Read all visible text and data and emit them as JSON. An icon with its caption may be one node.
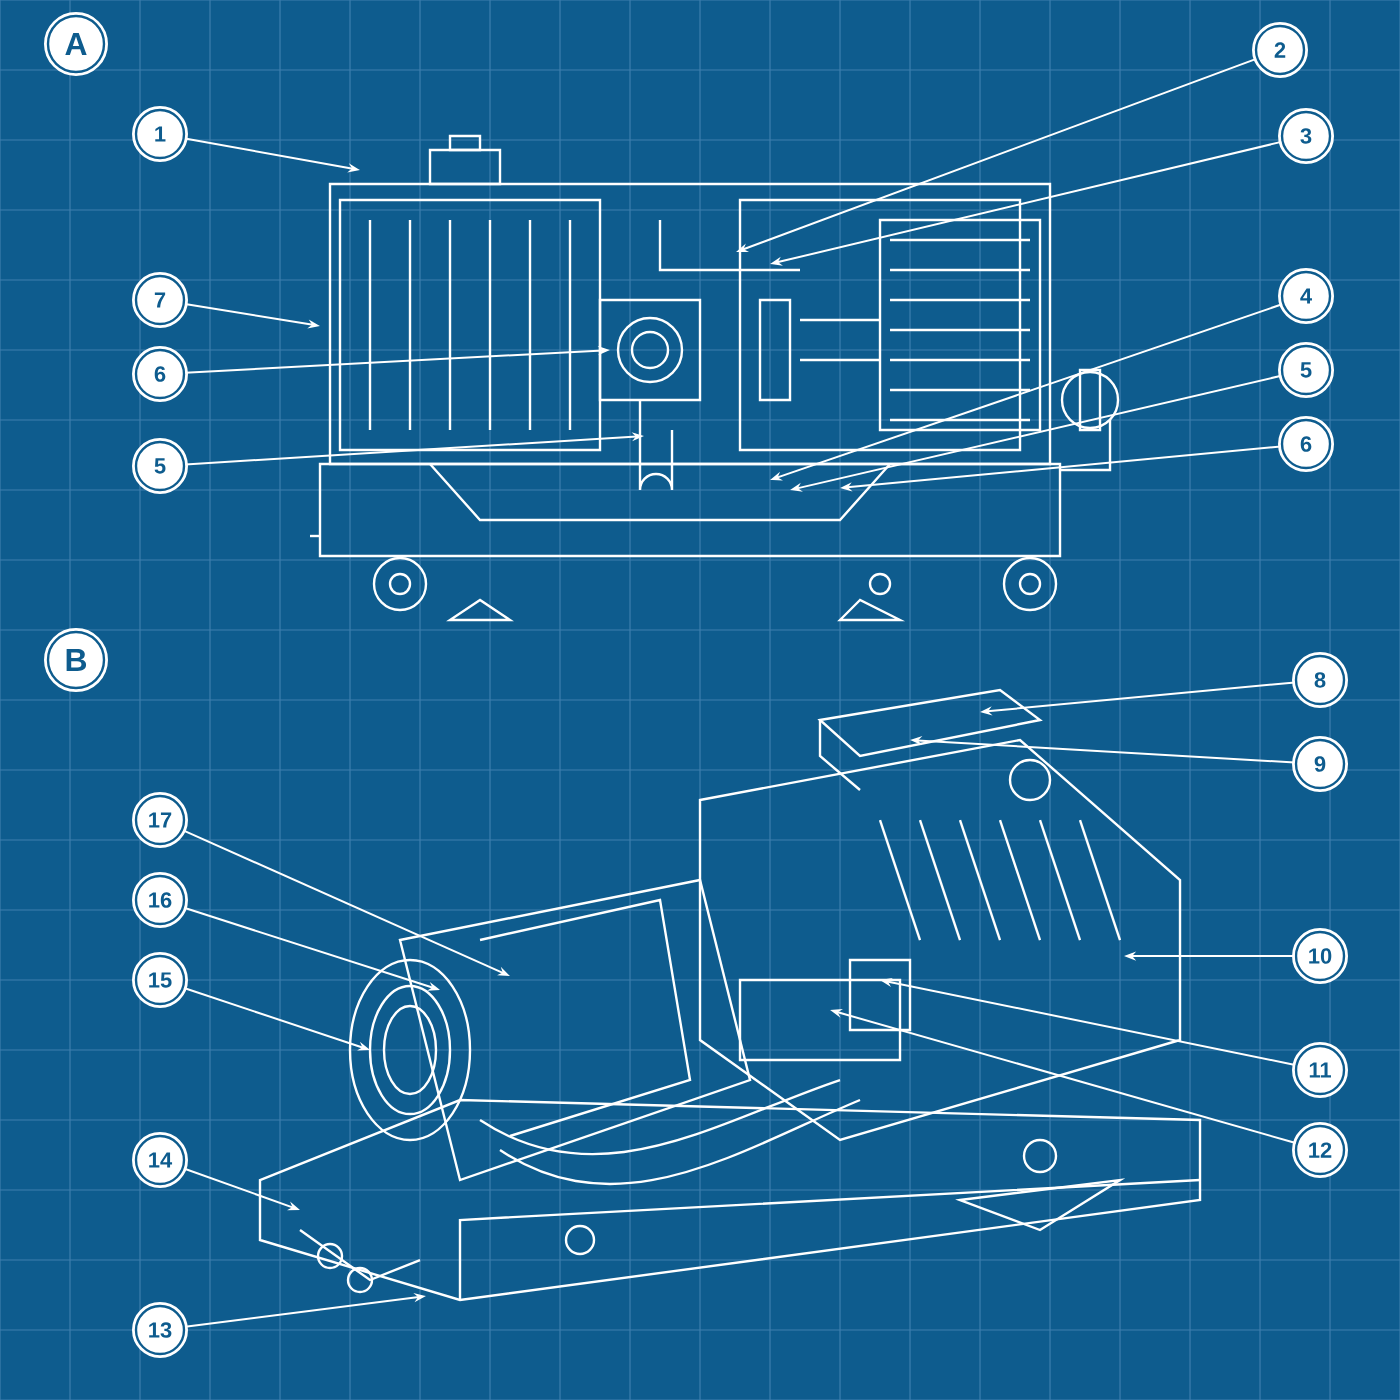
{
  "diagram": {
    "nodes": [
      {
        "text": [
          "A"
        ]
      },
      {
        "text": [
          "1"
        ]
      },
      {
        "text": [
          "2"
        ]
      },
      {
        "text": [
          "3"
        ]
      },
      {
        "text": [
          "7"
        ]
      },
      {
        "text": [
          "4"
        ]
      },
      {
        "text": [
          "6"
        ]
      },
      {
        "text": [
          "5"
        ]
      },
      {
        "text": [
          "5"
        ]
      },
      {
        "text": [
          "6"
        ]
      },
      {
        "text": [
          "B"
        ]
      },
      {
        "text": [
          "8"
        ]
      },
      {
        "text": [
          "9"
        ]
      },
      {
        "text": [
          "17"
        ]
      },
      {
        "text": [
          "16"
        ]
      },
      {
        "text": [
          "15"
        ]
      },
      {
        "text": [
          "10"
        ]
      },
      {
        "text": [
          "11"
        ]
      },
      {
        "text": [
          "12"
        ]
      },
      {
        "text": [
          "14"
        ]
      },
      {
        "text": [
          "13"
        ]
      }
    ],
    "edges": [
      {
        "from": 1,
        "to": null,
        "arrow": "to"
      },
      {
        "from": 2,
        "to": null,
        "arrow": "to"
      },
      {
        "from": 3,
        "to": null,
        "arrow": "to"
      },
      {
        "from": 4,
        "to": null,
        "arrow": "to"
      },
      {
        "from": 5,
        "to": null,
        "arrow": "to"
      },
      {
        "from": 6,
        "to": null,
        "arrow": "to"
      },
      {
        "from": 7,
        "to": null,
        "arrow": "to"
      },
      {
        "from": 8,
        "to": null,
        "arrow": "to"
      },
      {
        "from": 9,
        "to": null,
        "arrow": "to"
      },
      {
        "from": 11,
        "to": null,
        "arrow": "to"
      },
      {
        "from": 12,
        "to": null,
        "arrow": "to"
      },
      {
        "from": 13,
        "to": null,
        "arrow": "to"
      },
      {
        "from": 14,
        "to": null,
        "arrow": "to"
      },
      {
        "from": 15,
        "to": null,
        "arrow": "to"
      },
      {
        "from": 16,
        "to": null,
        "arrow": "to"
      },
      {
        "from": 17,
        "to": null,
        "arrow": "to"
      },
      {
        "from": 18,
        "to": null,
        "arrow": "to"
      },
      {
        "from": 19,
        "to": null,
        "arrow": "to"
      },
      {
        "from": 20,
        "to": null,
        "arrow": "to"
      }
    ]
  }
}
